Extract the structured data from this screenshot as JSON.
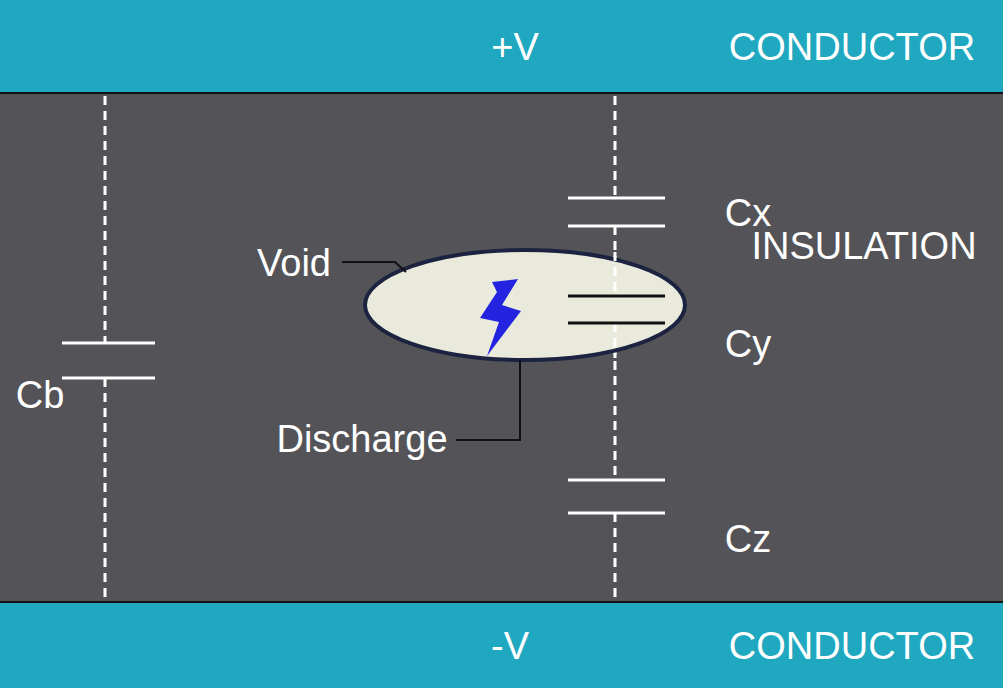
{
  "diagram": {
    "nodes": [
      {
        "text": [
          "+V",
          "CONDUCTOR"
        ]
      },
      {
        "text": [
          "INSULATION"
        ]
      },
      {
        "text": [
          "-V",
          "CONDUCTOR"
        ]
      }
    ],
    "labels": [
      "Cx",
      "Void",
      "Cy",
      "Cb",
      "Discharge",
      "Cz"
    ]
  }
}
